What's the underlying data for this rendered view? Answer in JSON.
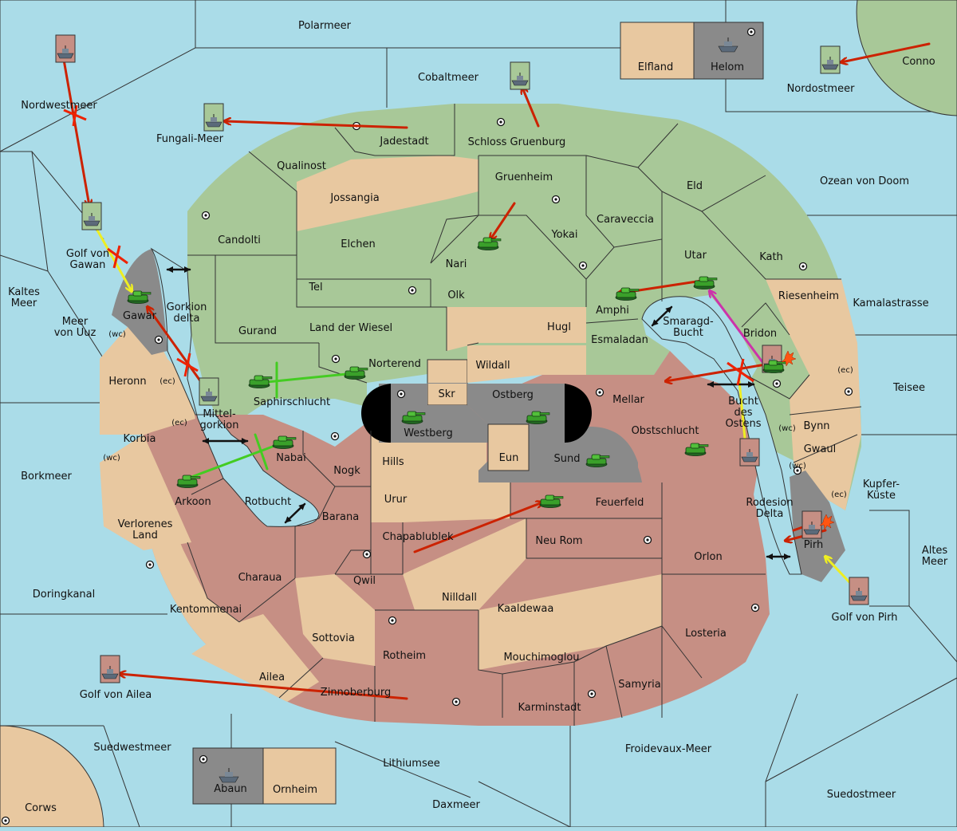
{
  "territories": {
    "seas": [
      "Polarmeer",
      "Cobaltmeer",
      "Nordostmeer",
      "Conno",
      "Nordwestmeer",
      "Fungali-Meer",
      "Ozean von Doom",
      "Golf von Gawan",
      "Kaltes Meer",
      "Meer von Uuz",
      "Kamalastrasse",
      "Gorkion delta",
      "Mittel-gorkion",
      "Smaragd-Bucht",
      "Bucht des Ostens",
      "Teisee",
      "Borkmeer",
      "Kupfer-Küste",
      "Rotbucht",
      "Rodesion Delta",
      "Altes Meer",
      "Doringkanal",
      "Golf von Pirh",
      "Golf von Ailea",
      "Suedwestmeer",
      "Lithiumsee",
      "Froidevaux-Meer",
      "Daxmeer",
      "Suedostmeer",
      "Corws"
    ],
    "green": [
      "Jadestadt",
      "Schloss Gruenburg",
      "Qualinost",
      "Jossangia",
      "Gruenheim",
      "Eld",
      "Candolti",
      "Caraveccia",
      "Elchen",
      "Yokai",
      "Nari",
      "Utar",
      "Kath",
      "Tel",
      "Olk",
      "Amphi",
      "Gurand",
      "Land der Wiesel",
      "Hugl",
      "Esmaladan",
      "Bridon",
      "Norterend",
      "Saphirschlucht",
      "Wildall"
    ],
    "red": [
      "Mellar",
      "Obstschlucht",
      "Nabai",
      "Nogk",
      "Arkoon",
      "Barana",
      "Feuerfeld",
      "Chapablublek",
      "Neu Rom",
      "Orlon",
      "Qwil",
      "Charaua",
      "Kentommenai",
      "Nilldall",
      "Kaaldewaa",
      "Losteria",
      "Rotheim",
      "Mouchimoglou",
      "Samyria",
      "Zinnoberburg",
      "Karminstadt"
    ],
    "tan": [
      "Elfland",
      "Riesenheim",
      "Heronn",
      "Korbia",
      "Verlorenes Land",
      "Bynn",
      "Gwaul",
      "Hills",
      "Urur",
      "Sottovia",
      "Ailea",
      "Skr",
      "Eun",
      "Ornheim"
    ],
    "gray": [
      "Helom",
      "Gawar",
      "Pirh",
      "Westberg",
      "Ostberg",
      "Sund",
      "Abaun"
    ]
  },
  "coast_tags": {
    "wc": "(wc)",
    "ec": "(ec)"
  },
  "colors": {
    "sea": "#aadce8",
    "green": "#a8c898",
    "red": "#c68f84",
    "tan": "#e8c8a0",
    "gray": "#8a8a8a",
    "impassable": "#000000",
    "order_move": "#cc2200",
    "order_support": "#eeee22",
    "order_convoy": "#44cc22",
    "order_retreat": "#cc33aa"
  },
  "legend_icons": [
    "army-tank-icon",
    "fleet-ship-icon",
    "supply-center-icon",
    "dislodged-explosion-icon",
    "failed-order-x-icon",
    "convoy-arrow-icon"
  ]
}
